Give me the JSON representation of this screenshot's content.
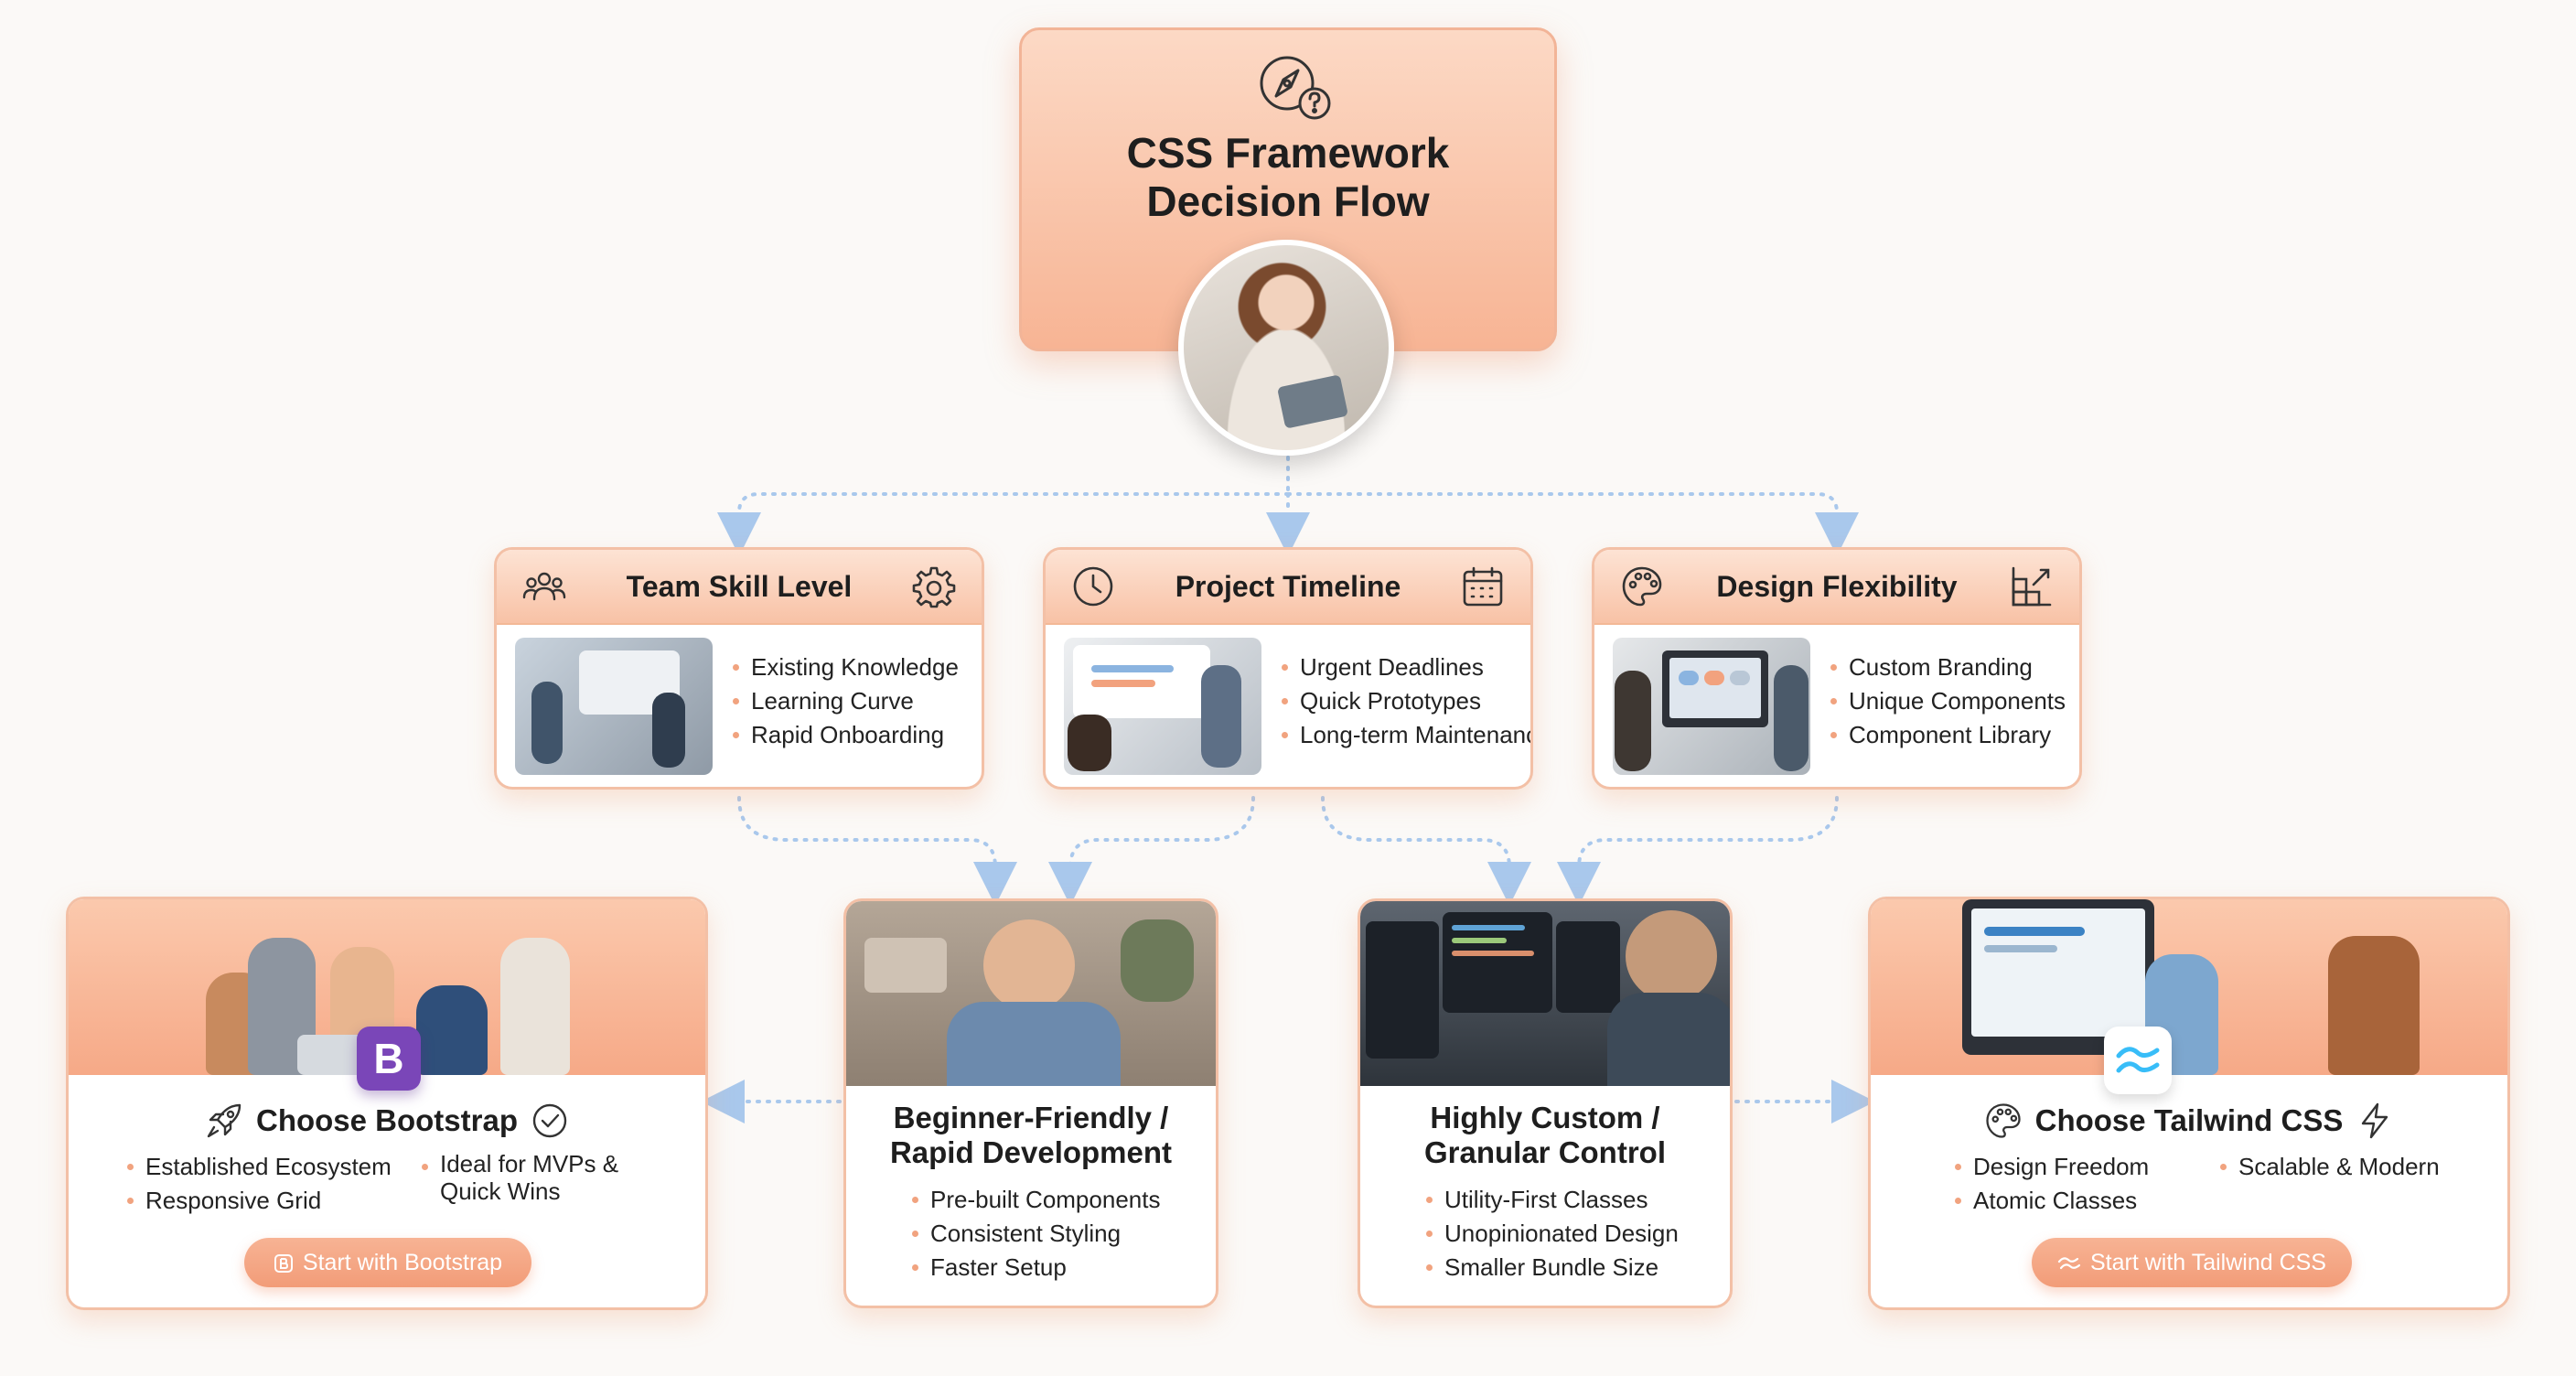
{
  "root": {
    "title_line1": "CSS Framework",
    "title_line2": "Decision Flow",
    "icon": "compass-question-icon"
  },
  "criteria": [
    {
      "title": "Team Skill Level",
      "icon_left": "team-people-icon",
      "icon_right": "gear-icon",
      "items": [
        "Existing Knowledge",
        "Learning Curve",
        "Rapid Onboarding"
      ]
    },
    {
      "title": "Project Timeline",
      "icon_left": "clock-icon",
      "icon_right": "calendar-icon",
      "items": [
        "Urgent Deadlines",
        "Quick Prototypes",
        "Long-term Maintenance"
      ]
    },
    {
      "title": "Design Flexibility",
      "icon_left": "palette-icon",
      "icon_right": "layout-grid-icon",
      "items": [
        "Custom Branding",
        "Unique Components",
        "Component Library"
      ]
    }
  ],
  "paths": [
    {
      "title_line1": "Beginner-Friendly /",
      "title_line2": "Rapid Development",
      "items": [
        "Pre-built Components",
        "Consistent Styling",
        "Faster Setup"
      ]
    },
    {
      "title_line1": "Highly Custom /",
      "title_line2": "Granular Control",
      "items": [
        "Utility-First Classes",
        "Unopinionated Design",
        "Smaller Bundle Size"
      ]
    }
  ],
  "outcomes": {
    "bootstrap": {
      "title": "Choose Bootstrap",
      "badge": "B",
      "icon_left": "rocket-icon",
      "icon_right": "check-circle-icon",
      "items_col1": [
        "Established Ecosystem",
        "Responsive Grid"
      ],
      "items_col2_line1": "Ideal for MVPs &",
      "items_col2_line2": "Quick Wins",
      "button_label": "Start with Bootstrap"
    },
    "tailwind": {
      "title": "Choose Tailwind CSS",
      "icon_left": "palette-icon",
      "icon_right": "lightning-icon",
      "items_col1": [
        "Design Freedom",
        "Atomic Classes"
      ],
      "items_col2": [
        "Scalable & Modern"
      ],
      "button_label": "Start with Tailwind CSS"
    }
  },
  "colors": {
    "accent": "#f4a07c",
    "accent_light": "#fcd9c5",
    "connector": "#a9c8ec",
    "bootstrap_purple": "#7a46b8",
    "tailwind_cyan": "#38bdf8"
  }
}
